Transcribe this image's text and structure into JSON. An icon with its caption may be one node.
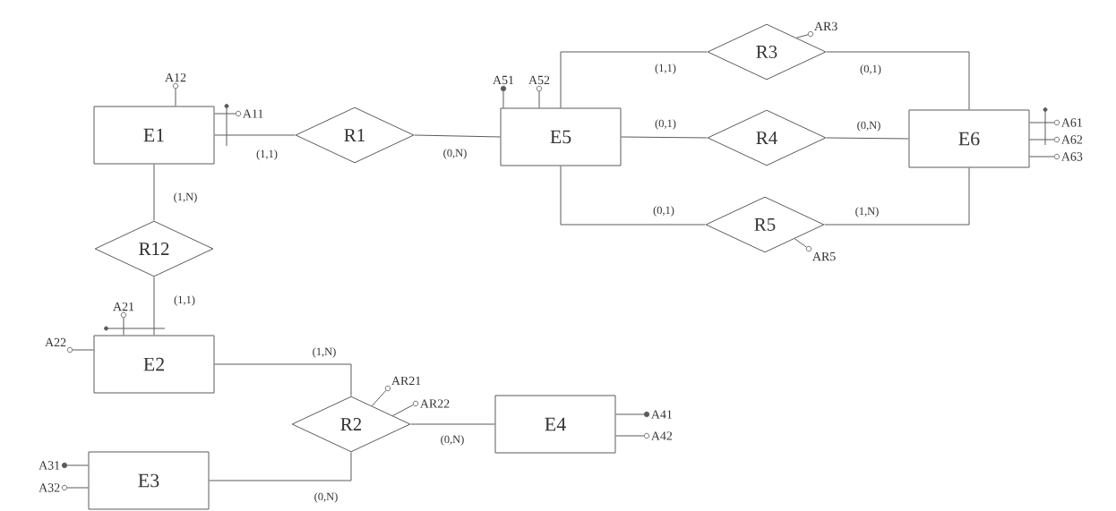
{
  "diagram": {
    "nodes": [
      {
        "text": [
          "E1"
        ]
      },
      {
        "text": [
          "R1"
        ]
      },
      {
        "text": [
          "E5"
        ]
      },
      {
        "text": [
          "R3"
        ]
      },
      {
        "text": [
          "R4"
        ]
      },
      {
        "text": [
          "E6"
        ]
      },
      {
        "text": [
          "R5"
        ]
      },
      {
        "text": [
          "R12"
        ]
      },
      {
        "text": [
          "E2"
        ]
      },
      {
        "text": [
          "R2"
        ]
      },
      {
        "text": [
          "E4"
        ]
      },
      {
        "text": [
          "E3"
        ]
      },
      {
        "text": [
          "A12"
        ]
      },
      {
        "text": [
          "A11"
        ]
      },
      {
        "text": [
          "A51"
        ]
      },
      {
        "text": [
          "A52"
        ]
      },
      {
        "text": [
          "AR3"
        ]
      },
      {
        "text": [
          "A61"
        ]
      },
      {
        "text": [
          "A62"
        ]
      },
      {
        "text": [
          "A63"
        ]
      },
      {
        "text": [
          "AR5"
        ]
      },
      {
        "text": [
          "A21"
        ]
      },
      {
        "text": [
          "A22"
        ]
      },
      {
        "text": [
          "AR21"
        ]
      },
      {
        "text": [
          "AR22"
        ]
      },
      {
        "text": [
          "A41"
        ]
      },
      {
        "text": [
          "A42"
        ]
      },
      {
        "text": [
          "A31"
        ]
      },
      {
        "text": [
          "A32"
        ]
      }
    ],
    "edges": [
      {
        "from": 0,
        "to": 1,
        "arrow": "none",
        "label": "(1,1)"
      },
      {
        "from": 2,
        "to": 1,
        "arrow": "none",
        "label": "(0,N)"
      },
      {
        "from": 2,
        "to": 3,
        "arrow": "none",
        "label": "(1,1)"
      },
      {
        "from": 5,
        "to": 3,
        "arrow": "none",
        "label": "(0,1)"
      },
      {
        "from": 2,
        "to": 4,
        "arrow": "none",
        "label": "(0,1)"
      },
      {
        "from": 5,
        "to": 4,
        "arrow": "none",
        "label": "(0,N)"
      },
      {
        "from": 2,
        "to": 6,
        "arrow": "none",
        "label": "(0,1)"
      },
      {
        "from": 5,
        "to": 6,
        "arrow": "none",
        "label": "(1,N)"
      },
      {
        "from": 0,
        "to": 7,
        "arrow": "none",
        "label": "(1,N)"
      },
      {
        "from": 8,
        "to": 7,
        "arrow": "none",
        "label": "(1,1)"
      },
      {
        "from": 8,
        "to": 9,
        "arrow": "none",
        "label": "(1,N)"
      },
      {
        "from": 10,
        "to": 9,
        "arrow": "none",
        "label": "(0,N)"
      },
      {
        "from": 11,
        "to": 9,
        "arrow": "none",
        "label": "(0,N)"
      },
      {
        "from": 0,
        "to": 12,
        "arrow": "none"
      },
      {
        "from": 0,
        "to": 13,
        "arrow": "none"
      },
      {
        "from": 2,
        "to": 14,
        "arrow": "none"
      },
      {
        "from": 2,
        "to": 15,
        "arrow": "none"
      },
      {
        "from": 3,
        "to": 16,
        "arrow": "none"
      },
      {
        "from": 5,
        "to": 17,
        "arrow": "none"
      },
      {
        "from": 5,
        "to": 18,
        "arrow": "none"
      },
      {
        "from": 5,
        "to": 19,
        "arrow": "none"
      },
      {
        "from": 6,
        "to": 20,
        "arrow": "none"
      },
      {
        "from": 8,
        "to": 21,
        "arrow": "none"
      },
      {
        "from": 8,
        "to": 22,
        "arrow": "none"
      },
      {
        "from": 9,
        "to": 23,
        "arrow": "none"
      },
      {
        "from": 9,
        "to": 24,
        "arrow": "none"
      },
      {
        "from": 10,
        "to": 25,
        "arrow": "none"
      },
      {
        "from": 10,
        "to": 26,
        "arrow": "none"
      },
      {
        "from": 11,
        "to": 27,
        "arrow": "none"
      },
      {
        "from": 11,
        "to": 28,
        "arrow": "none"
      }
    ]
  }
}
